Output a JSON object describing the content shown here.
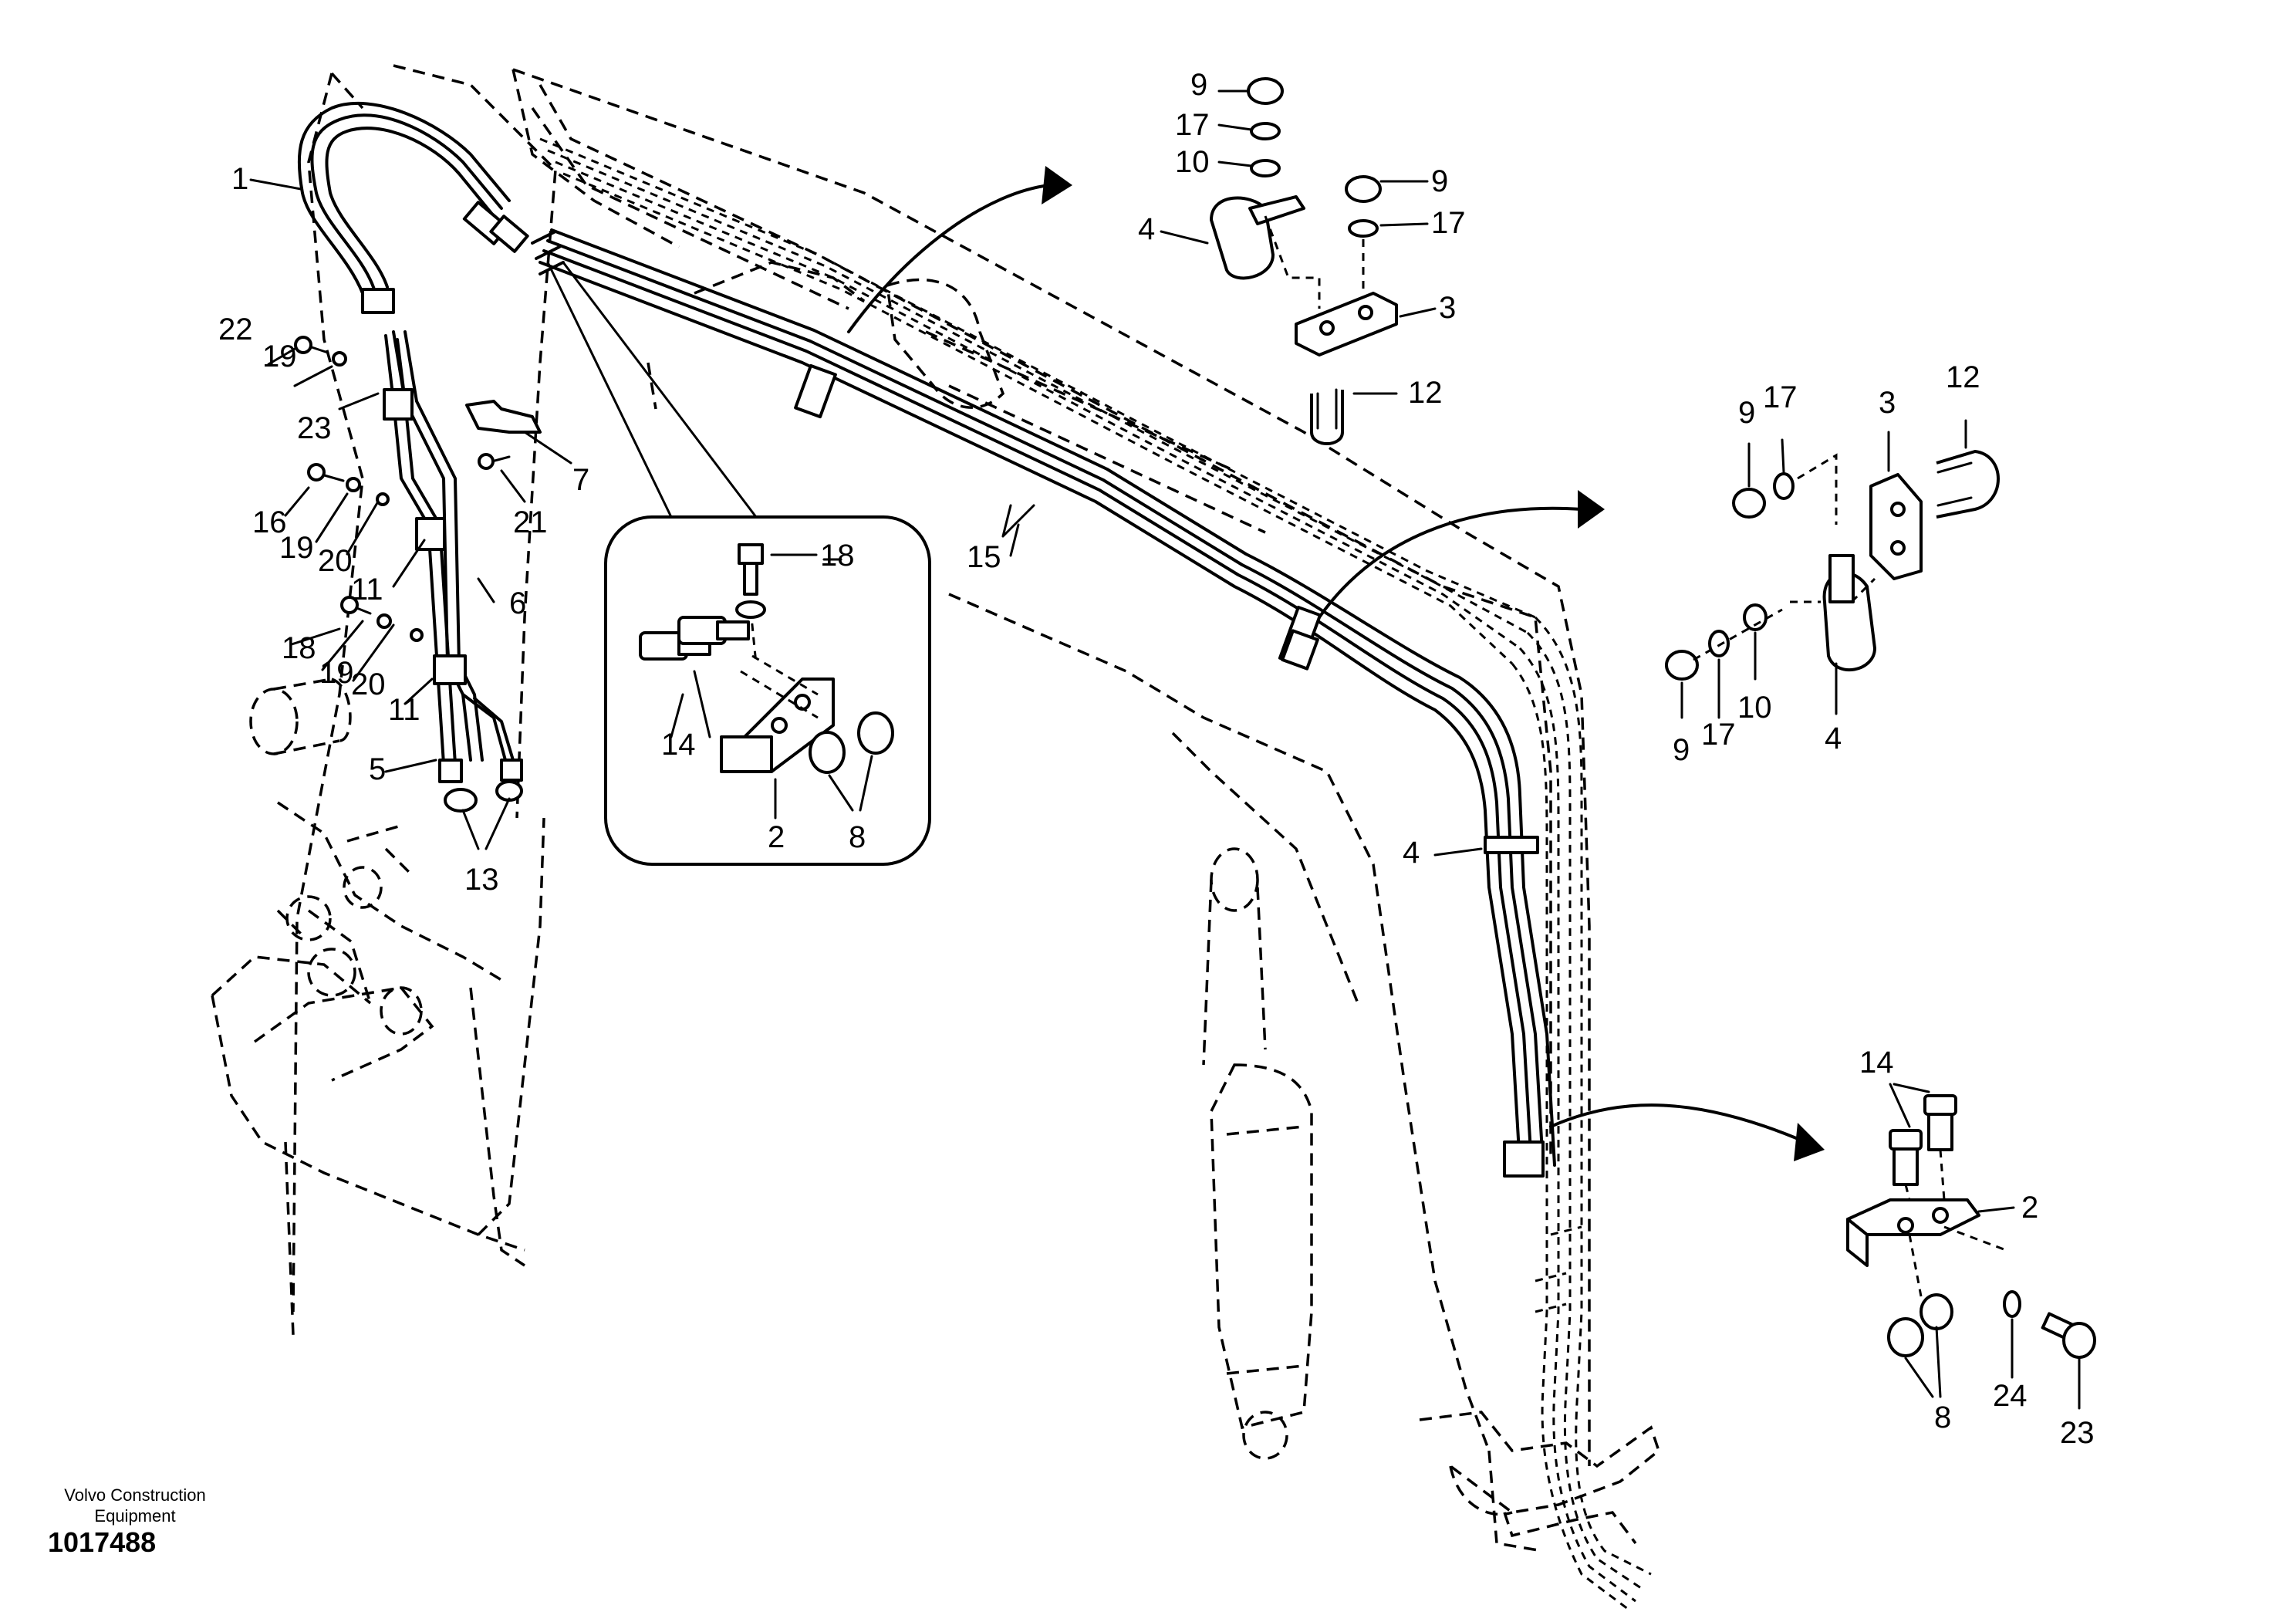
{
  "company": "Volvo Construction Equipment",
  "document_number": "1017488",
  "callouts": {
    "c1": "1",
    "c2a": "2",
    "c2b": "2",
    "c3a": "3",
    "c3b": "3",
    "c4a": "4",
    "c4b": "4",
    "c4c": "4",
    "c5": "5",
    "c6": "6",
    "c7": "7",
    "c8a": "8",
    "c8b": "8",
    "c9a": "9",
    "c9b": "9",
    "c9c": "9",
    "c9d": "9",
    "c10a": "10",
    "c10b": "10",
    "c11a": "11",
    "c11b": "11",
    "c12a": "12",
    "c12b": "12",
    "c13": "13",
    "c14a": "14",
    "c14b": "14",
    "c15": "15",
    "c16": "16",
    "c17a": "17",
    "c17b": "17",
    "c17c": "17",
    "c17d": "17",
    "c18a": "18",
    "c18b": "18",
    "c19a": "19",
    "c19b": "19",
    "c19c": "19",
    "c20a": "20",
    "c20b": "20",
    "c21": "21",
    "c22": "22",
    "c23a": "23",
    "c23b": "23",
    "c24": "24"
  }
}
